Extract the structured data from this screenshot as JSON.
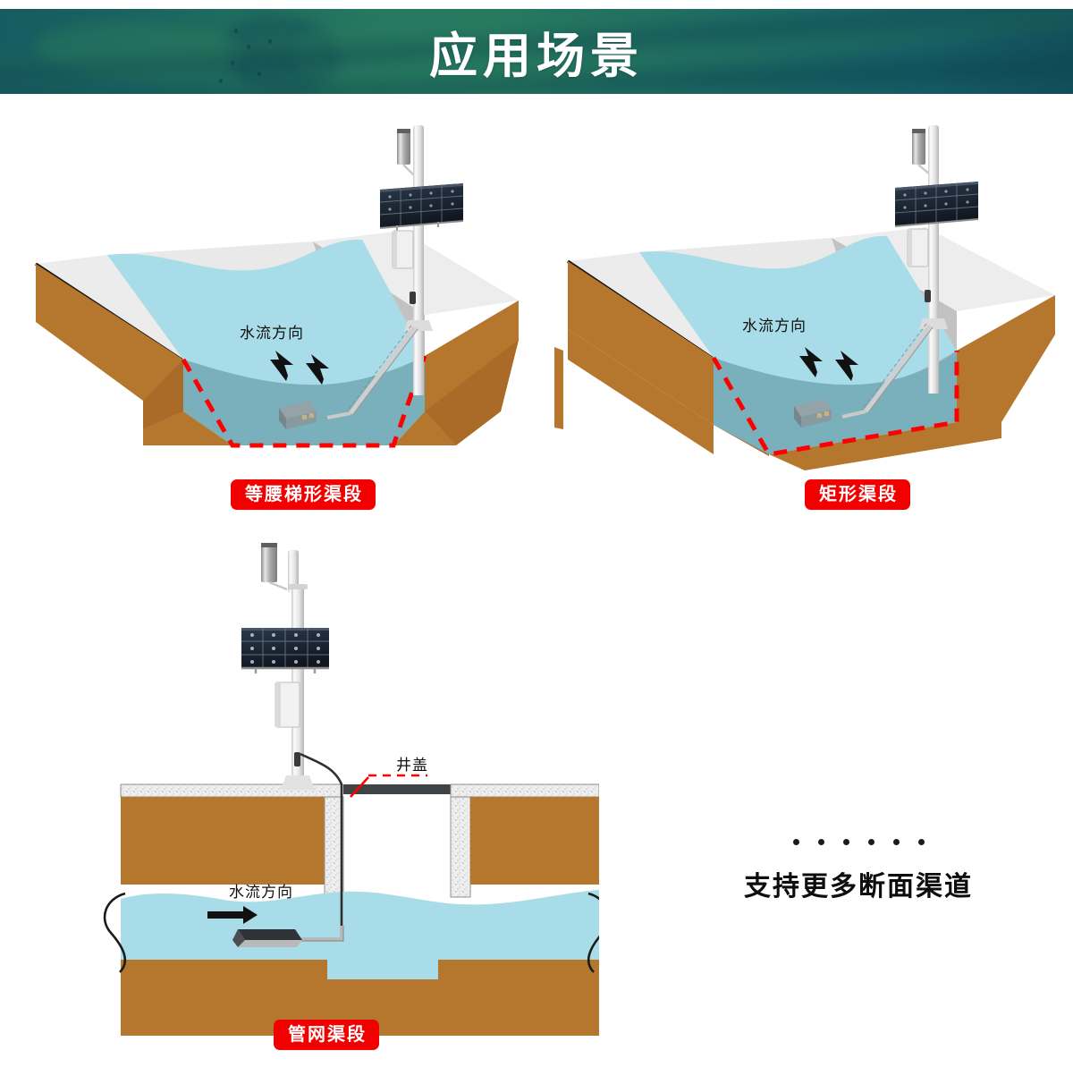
{
  "banner": {
    "title": "应用场景",
    "bg_color_left": "#1b6b6b",
    "bg_color_mid": "#2f8a62",
    "bg_color_right": "#12535f",
    "title_color": "#ffffff"
  },
  "palette": {
    "water_surface": "#a8dce8",
    "water_section": "#79b0bc",
    "earth": "#b5762e",
    "bank_top": "#ececec",
    "bank_side": "#b9b9b9",
    "concrete": "#e6e6e6",
    "manhole_cover": "#3f4346",
    "badge_red": "#f20000",
    "dashed_red": "#ff0000",
    "arrow_black": "#111111",
    "solar_panel": "#1b2430",
    "pole_white": "#f2f2f2"
  },
  "scenes": [
    {
      "id": "trapezoid",
      "badge": "等腰梯形渠段",
      "flow_label": "水流方向",
      "arrows": 2,
      "section_shape": "isosceles-trapezoid",
      "equipment": [
        "solar-panel",
        "antenna",
        "control-box",
        "pole",
        "underwater-sensor"
      ]
    },
    {
      "id": "rectangle",
      "badge": "矩形渠段",
      "flow_label": "水流方向",
      "arrows": 2,
      "section_shape": "rectangle",
      "equipment": [
        "solar-panel",
        "antenna",
        "control-box",
        "pole",
        "underwater-sensor"
      ]
    },
    {
      "id": "pipe-network",
      "badge": "管网渠段",
      "flow_label": "水流方向",
      "cover_label": "井盖",
      "arrows": 1,
      "section_shape": "pipe-manhole",
      "equipment": [
        "solar-panel",
        "antenna",
        "control-box",
        "pole",
        "underwater-sensor",
        "manhole-cover"
      ]
    }
  ],
  "more": {
    "dots": 6,
    "text": "支持更多断面渠道"
  }
}
